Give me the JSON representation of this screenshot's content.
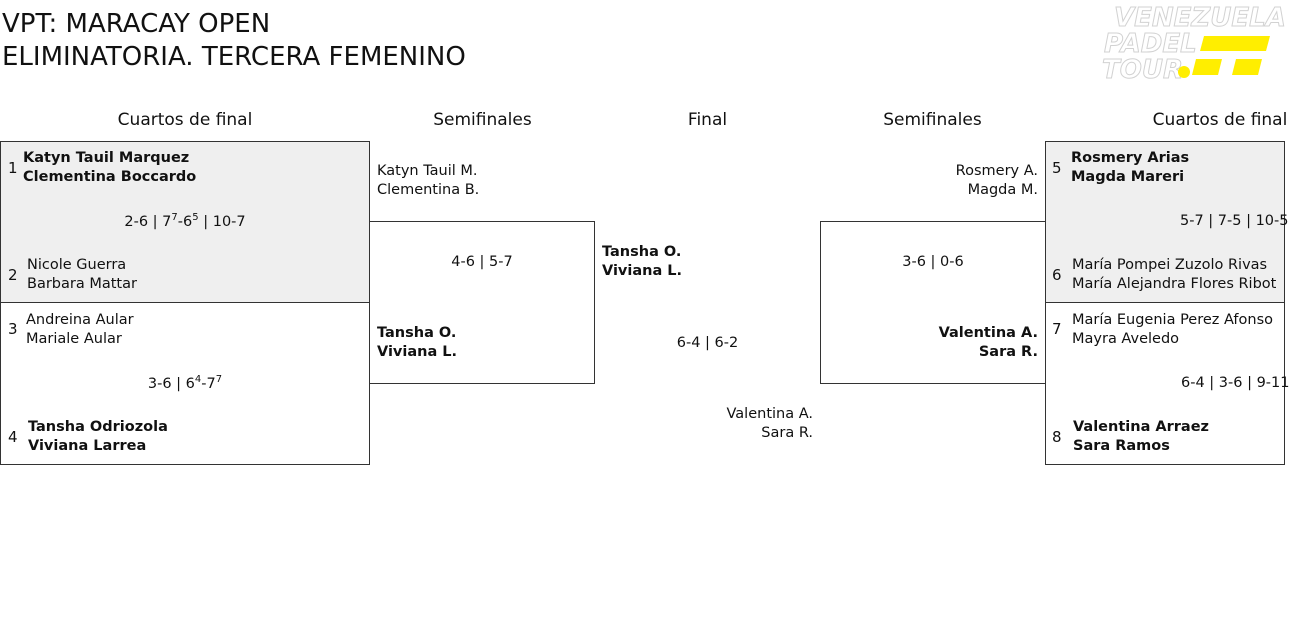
{
  "title": {
    "line1": "VPT: MARACAY OPEN",
    "line2": "ELIMINATORIA. TERCERA FEMENINO"
  },
  "logo": {
    "line1": "VENEZUELA",
    "line2": "PADEL",
    "line3": "TOUR",
    "accent_color": "#ffee00",
    "text_color": "#e0e0e0"
  },
  "rounds": {
    "qf_left": "Cuartos de final",
    "sf_left": "Semifinales",
    "final": "Final",
    "sf_right": "Semifinales",
    "qf_right": "Cuartos de final"
  },
  "qf_left": [
    {
      "top": {
        "seed": "1",
        "p1": "Katyn Tauil Marquez",
        "p2": "Clementina Boccardo"
      },
      "score": {
        "s1": "2-6 | 7",
        "tb1": "7",
        "s2": "-6",
        "tb2": "5",
        "s3": " | 10-7"
      },
      "bottom": {
        "seed": "2",
        "p1": "Nicole Guerra",
        "p2": "Barbara Mattar"
      }
    },
    {
      "top": {
        "seed": "3",
        "p1": "Andreina Aular",
        "p2": "Mariale Aular"
      },
      "score": {
        "s1": "3-6 | 6",
        "tb1": "4",
        "s2": "-7",
        "tb2": "7",
        "s3": ""
      },
      "bottom": {
        "seed": "4",
        "p1": "Tansha Odriozola",
        "p2": "Viviana Larrea"
      }
    }
  ],
  "sf_left": {
    "top": {
      "p1": "Katyn Tauil M.",
      "p2": "Clementina B."
    },
    "score": "4-6 | 5-7",
    "bottom": {
      "p1": "Tansha O.",
      "p2": "Viviana L."
    }
  },
  "final": {
    "top": {
      "p1": "Tansha O.",
      "p2": "Viviana L."
    },
    "score": "6-4 | 6-2",
    "bottom": {
      "p1": "Valentina A.",
      "p2": "Sara R."
    }
  },
  "sf_right": {
    "top": {
      "p1": "Rosmery A.",
      "p2": "Magda M."
    },
    "score": "3-6 | 0-6",
    "bottom": {
      "p1": "Valentina A.",
      "p2": "Sara R."
    }
  },
  "qf_right": [
    {
      "top": {
        "seed": "5",
        "p1": "Rosmery Arias",
        "p2": "Magda Mareri"
      },
      "score": "5-7 | 7-5 | 10-5",
      "bottom": {
        "seed": "6",
        "p1": "María Pompei Zuzolo Rivas",
        "p2": "María Alejandra Flores Ribot"
      }
    },
    {
      "top": {
        "seed": "7",
        "p1": "María Eugenia Perez Afonso",
        "p2": "Mayra Aveledo"
      },
      "score": "6-4 | 3-6 | 9-11",
      "bottom": {
        "seed": "8",
        "p1": "Valentina Arraez",
        "p2": "Sara Ramos"
      }
    }
  ]
}
